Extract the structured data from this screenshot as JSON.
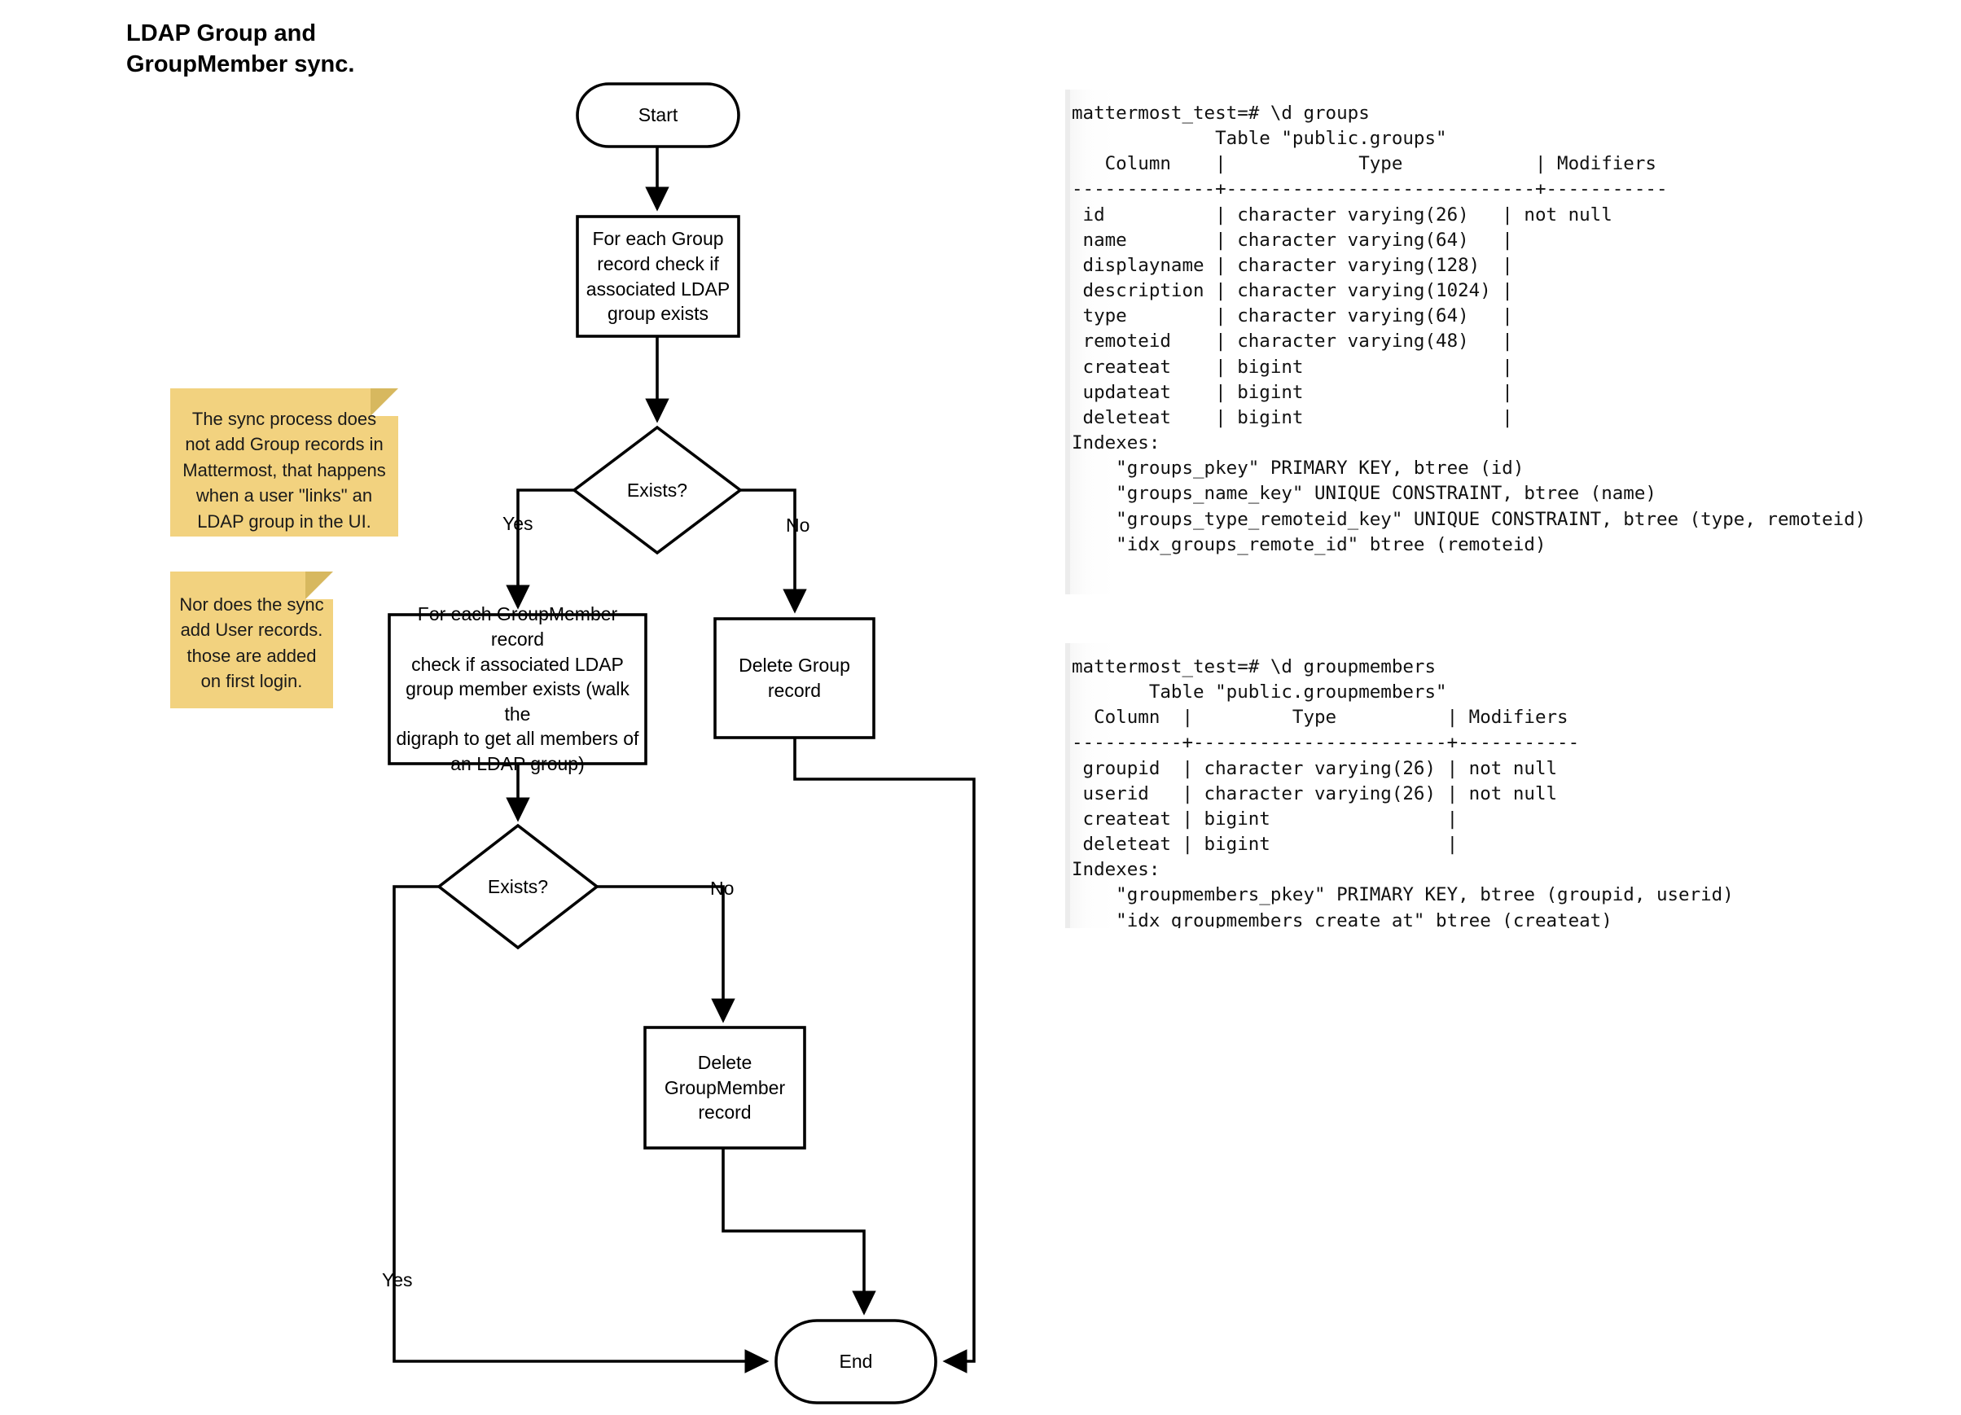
{
  "title": "LDAP Group and\nGroupMember sync.",
  "flowchart": {
    "nodes": {
      "start": {
        "label": "Start",
        "shape": "terminator"
      },
      "check_group": {
        "label": "For each Group\nrecord check if\nassociated LDAP\ngroup exists",
        "shape": "process"
      },
      "exists_group": {
        "label": "Exists?",
        "shape": "decision"
      },
      "check_groupmember": {
        "label": "For each GroupMember record\ncheck if associated LDAP\ngroup member exists (walk the\ndigraph to get all members of\nan LDAP group)",
        "shape": "process"
      },
      "delete_group": {
        "label": "Delete Group\nrecord",
        "shape": "process"
      },
      "exists_member": {
        "label": "Exists?",
        "shape": "decision"
      },
      "delete_groupmember": {
        "label": "Delete\nGroupMember\nrecord",
        "shape": "process"
      },
      "end": {
        "label": "End",
        "shape": "terminator"
      }
    },
    "edge_labels": {
      "group_yes": "Yes",
      "group_no": "No",
      "member_no": "No",
      "member_yes": "Yes"
    }
  },
  "notes": [
    {
      "text": "The sync process does\nnot add Group records in\nMattermost, that happens\nwhen a user \"links\" an\nLDAP group in the UI."
    },
    {
      "text": "Nor does the sync\nadd User records.\nthose are added\non first login."
    }
  ],
  "terminals": [
    {
      "name": "groups-table",
      "text": "mattermost_test=# \\d groups\n             Table \"public.groups\"\n   Column    |            Type            | Modifiers\n-------------+----------------------------+-----------\n id          | character varying(26)   | not null\n name        | character varying(64)   |\n displayname | character varying(128)  |\n description | character varying(1024) |\n type        | character varying(64)   |\n remoteid    | character varying(48)   |\n createat    | bigint                  |\n updateat    | bigint                  |\n deleteat    | bigint                  |\nIndexes:\n    \"groups_pkey\" PRIMARY KEY, btree (id)\n    \"groups_name_key\" UNIQUE CONSTRAINT, btree (name)\n    \"groups_type_remoteid_key\" UNIQUE CONSTRAINT, btree (type, remoteid)\n    \"idx_groups_remote_id\" btree (remoteid)\n\n           _"
    },
    {
      "name": "groupmembers-table",
      "text": "mattermost_test=# \\d groupmembers\n       Table \"public.groupmembers\"\n  Column  |         Type          | Modifiers\n----------+-----------------------+-----------\n groupid  | character varying(26) | not null\n userid   | character varying(26) | not null\n createat | bigint                |\n deleteat | bigint                |\nIndexes:\n    \"groupmembers_pkey\" PRIMARY KEY, btree (groupid, userid)\n    \"idx_groupmembers_create_at\" btree (createat)"
    }
  ],
  "colors": {
    "note_bg": "#f2d27f",
    "note_fold": "#d7b85f",
    "stroke": "#000000",
    "background": "#ffffff"
  }
}
